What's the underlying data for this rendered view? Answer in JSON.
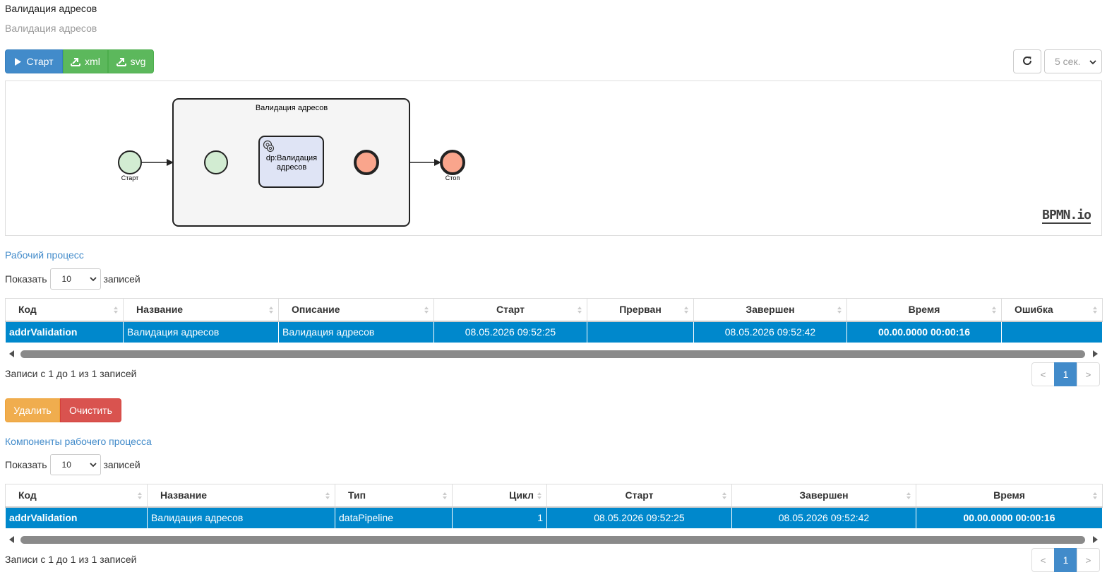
{
  "header": {
    "title": "Валидация адресов",
    "subtitle": "Валидация адресов"
  },
  "toolbar": {
    "start_label": "Старт",
    "xml_label": "xml",
    "svg_label": "svg",
    "refresh_icon": "refresh-icon",
    "interval_value": "5 сек."
  },
  "diagram": {
    "subprocess_label": "Валидация адресов",
    "start_event_label": "Старт",
    "task_label_line1": "dp:Валидация",
    "task_label_line2": "адресов",
    "end_event_label": "Стоп",
    "logo": "BPMN.io",
    "colors": {
      "start_fill": "#d2ecd2",
      "end_fill": "#f9a58c",
      "task_fill": "#dfe4f5",
      "subprocess_fill": "#f5f5f5"
    }
  },
  "process_section": {
    "title": "Рабочий процесс",
    "show_label": "Показать",
    "entries_label": "записей",
    "page_length": "10",
    "columns": [
      "Код",
      "Название",
      "Описание",
      "Старт",
      "Прерван",
      "Завершен",
      "Время",
      "Ошибка"
    ],
    "rows": [
      {
        "code": "addrValidation",
        "name": "Валидация адресов",
        "description": "Валидация адресов",
        "start": "08.05.2026 09:52:25",
        "interrupted": "",
        "finished": "08.05.2026 09:52:42",
        "time": "00.00.0000 00:00:16",
        "error": ""
      }
    ],
    "info": "Записи с 1 до 1 из 1 записей",
    "pager": {
      "prev": "<",
      "current": "1",
      "next": ">"
    }
  },
  "actions": {
    "delete_label": "Удалить",
    "clear_label": "Очистить"
  },
  "components_section": {
    "title": "Компоненты рабочего процесса",
    "show_label": "Показать",
    "entries_label": "записей",
    "page_length": "10",
    "columns": [
      "Код",
      "Название",
      "Тип",
      "Цикл",
      "Старт",
      "Завершен",
      "Время"
    ],
    "rows": [
      {
        "code": "addrValidation",
        "name": "Валидация адресов",
        "type": "dataPipeline",
        "cycle": "1",
        "start": "08.05.2026 09:52:25",
        "finished": "08.05.2026 09:52:42",
        "time": "00.00.0000 00:00:16"
      }
    ],
    "info": "Записи с 1 до 1 из 1 записей",
    "pager": {
      "prev": "<",
      "current": "1",
      "next": ">"
    }
  },
  "theme": {
    "primary": "#428bca",
    "success": "#5cb85c",
    "warning": "#f0ad4e",
    "danger": "#d9534f",
    "selected_row": "#0088cc"
  }
}
